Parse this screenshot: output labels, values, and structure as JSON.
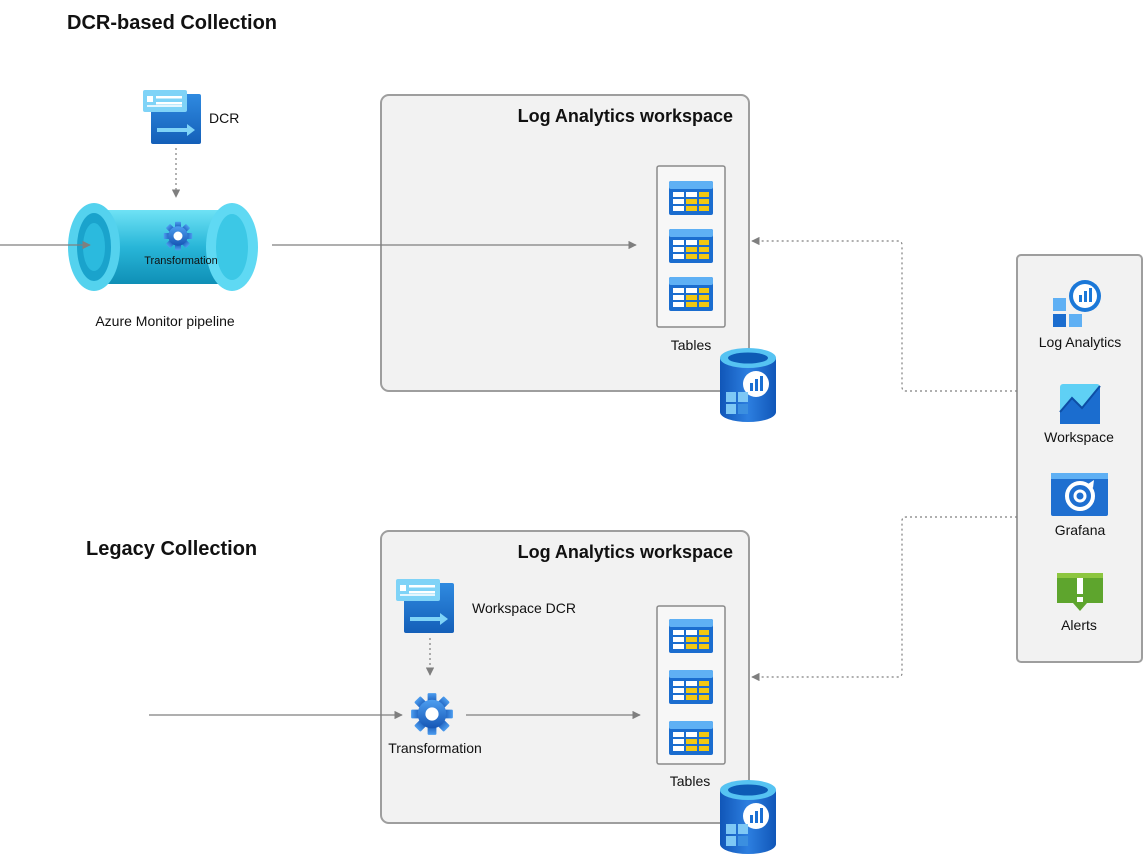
{
  "sections": {
    "dcr_title": "DCR-based Collection",
    "legacy_title": "Legacy Collection"
  },
  "dcr_flow": {
    "dcr_label": "DCR",
    "pipeline_transform_label": "Transformation",
    "pipeline_label": "Azure Monitor pipeline",
    "workspace_title": "Log Analytics workspace",
    "tables_label": "Tables"
  },
  "legacy_flow": {
    "workspace_title": "Log Analytics workspace",
    "workspace_dcr_label": "Workspace DCR",
    "transform_label": "Transformation",
    "tables_label": "Tables"
  },
  "consumers": {
    "items": [
      {
        "label": "Log Analytics",
        "icon": "log-analytics-icon"
      },
      {
        "label": "Workspace",
        "icon": "workbook-icon"
      },
      {
        "label": "Grafana",
        "icon": "grafana-icon"
      },
      {
        "label": "Alerts",
        "icon": "alerts-icon"
      }
    ]
  },
  "colors": {
    "panel_fill": "#f2f2f2",
    "panel_stroke": "#9e9e9e",
    "azure_blue": "#1f6fd0",
    "pipe_cyan": "#3cc8e6",
    "table_yellow": "#f2c811",
    "alert_green": "#5ea52d",
    "arrow_gray": "#7f7f7f"
  }
}
